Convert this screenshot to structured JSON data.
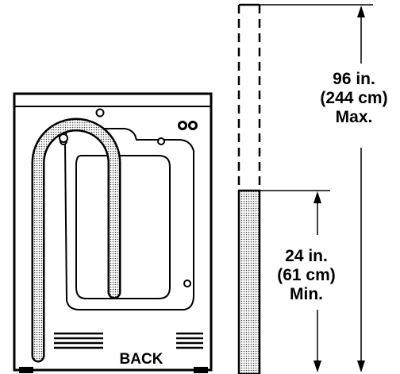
{
  "labels": {
    "back": "BACK",
    "max_height": {
      "line1": "96 in.",
      "line2": "(244 cm)",
      "line3": "Max."
    },
    "min_height": {
      "line1": "24 in.",
      "line2": "(61 cm)",
      "line3": "Min."
    }
  }
}
